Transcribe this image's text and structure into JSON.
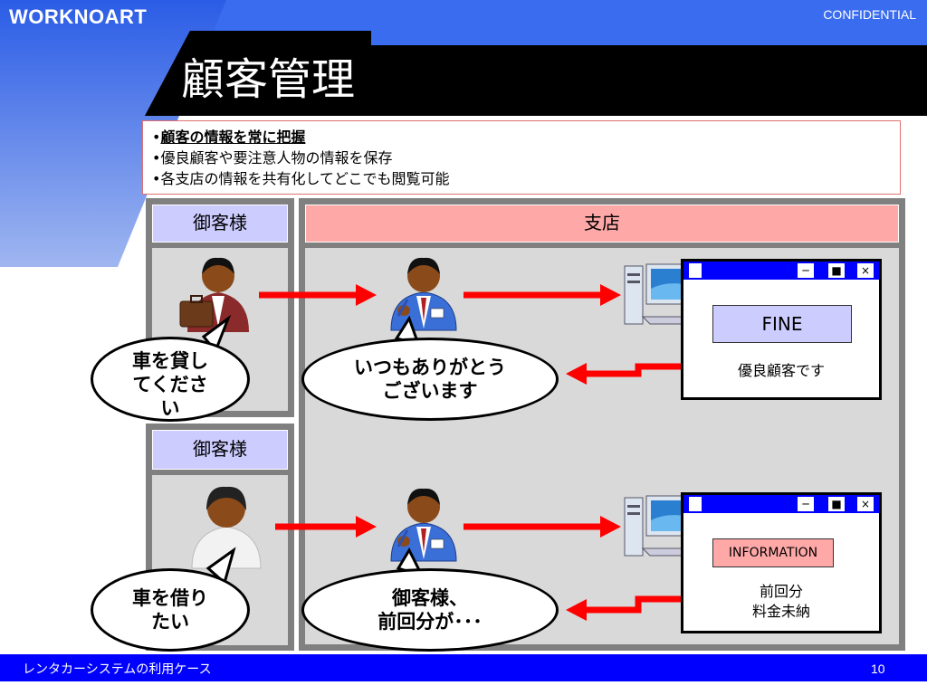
{
  "header": {
    "brand": "WORKNOART",
    "confidential": "CONFIDENTIAL",
    "title": "顧客管理"
  },
  "bullets": [
    "•顧客の情報を常に把握",
    "•優良顧客や要注意人物の情報を保存",
    "•各支店の情報を共有化してどこでも閲覧可能"
  ],
  "customer_header": "御客様",
  "branch_header": "支店",
  "scenario1": {
    "customer_speech": [
      "車を貸し",
      "てくださ",
      "い"
    ],
    "staff_speech": [
      "いつもありがとう",
      "ございます"
    ],
    "status_label": "FINE",
    "result": [
      "優良顧客です"
    ]
  },
  "scenario2": {
    "customer_speech": [
      "車を借り",
      "たい"
    ],
    "staff_speech": [
      "御客様、",
      "前回分が･･･"
    ],
    "status_label": "INFORMATION",
    "result": [
      "前回分",
      "料金未納"
    ]
  },
  "window_buttons": [
    "─",
    "■",
    "×"
  ],
  "footer": {
    "text": "レンタカーシステムの利用ケース",
    "page": "10"
  },
  "colors": {
    "blue": "#0000ff",
    "light_blue": "#4a7cf0",
    "pink_header": "#ffa8a8",
    "lavender_header": "#ccccff",
    "arrow_red": "#ff0000"
  }
}
